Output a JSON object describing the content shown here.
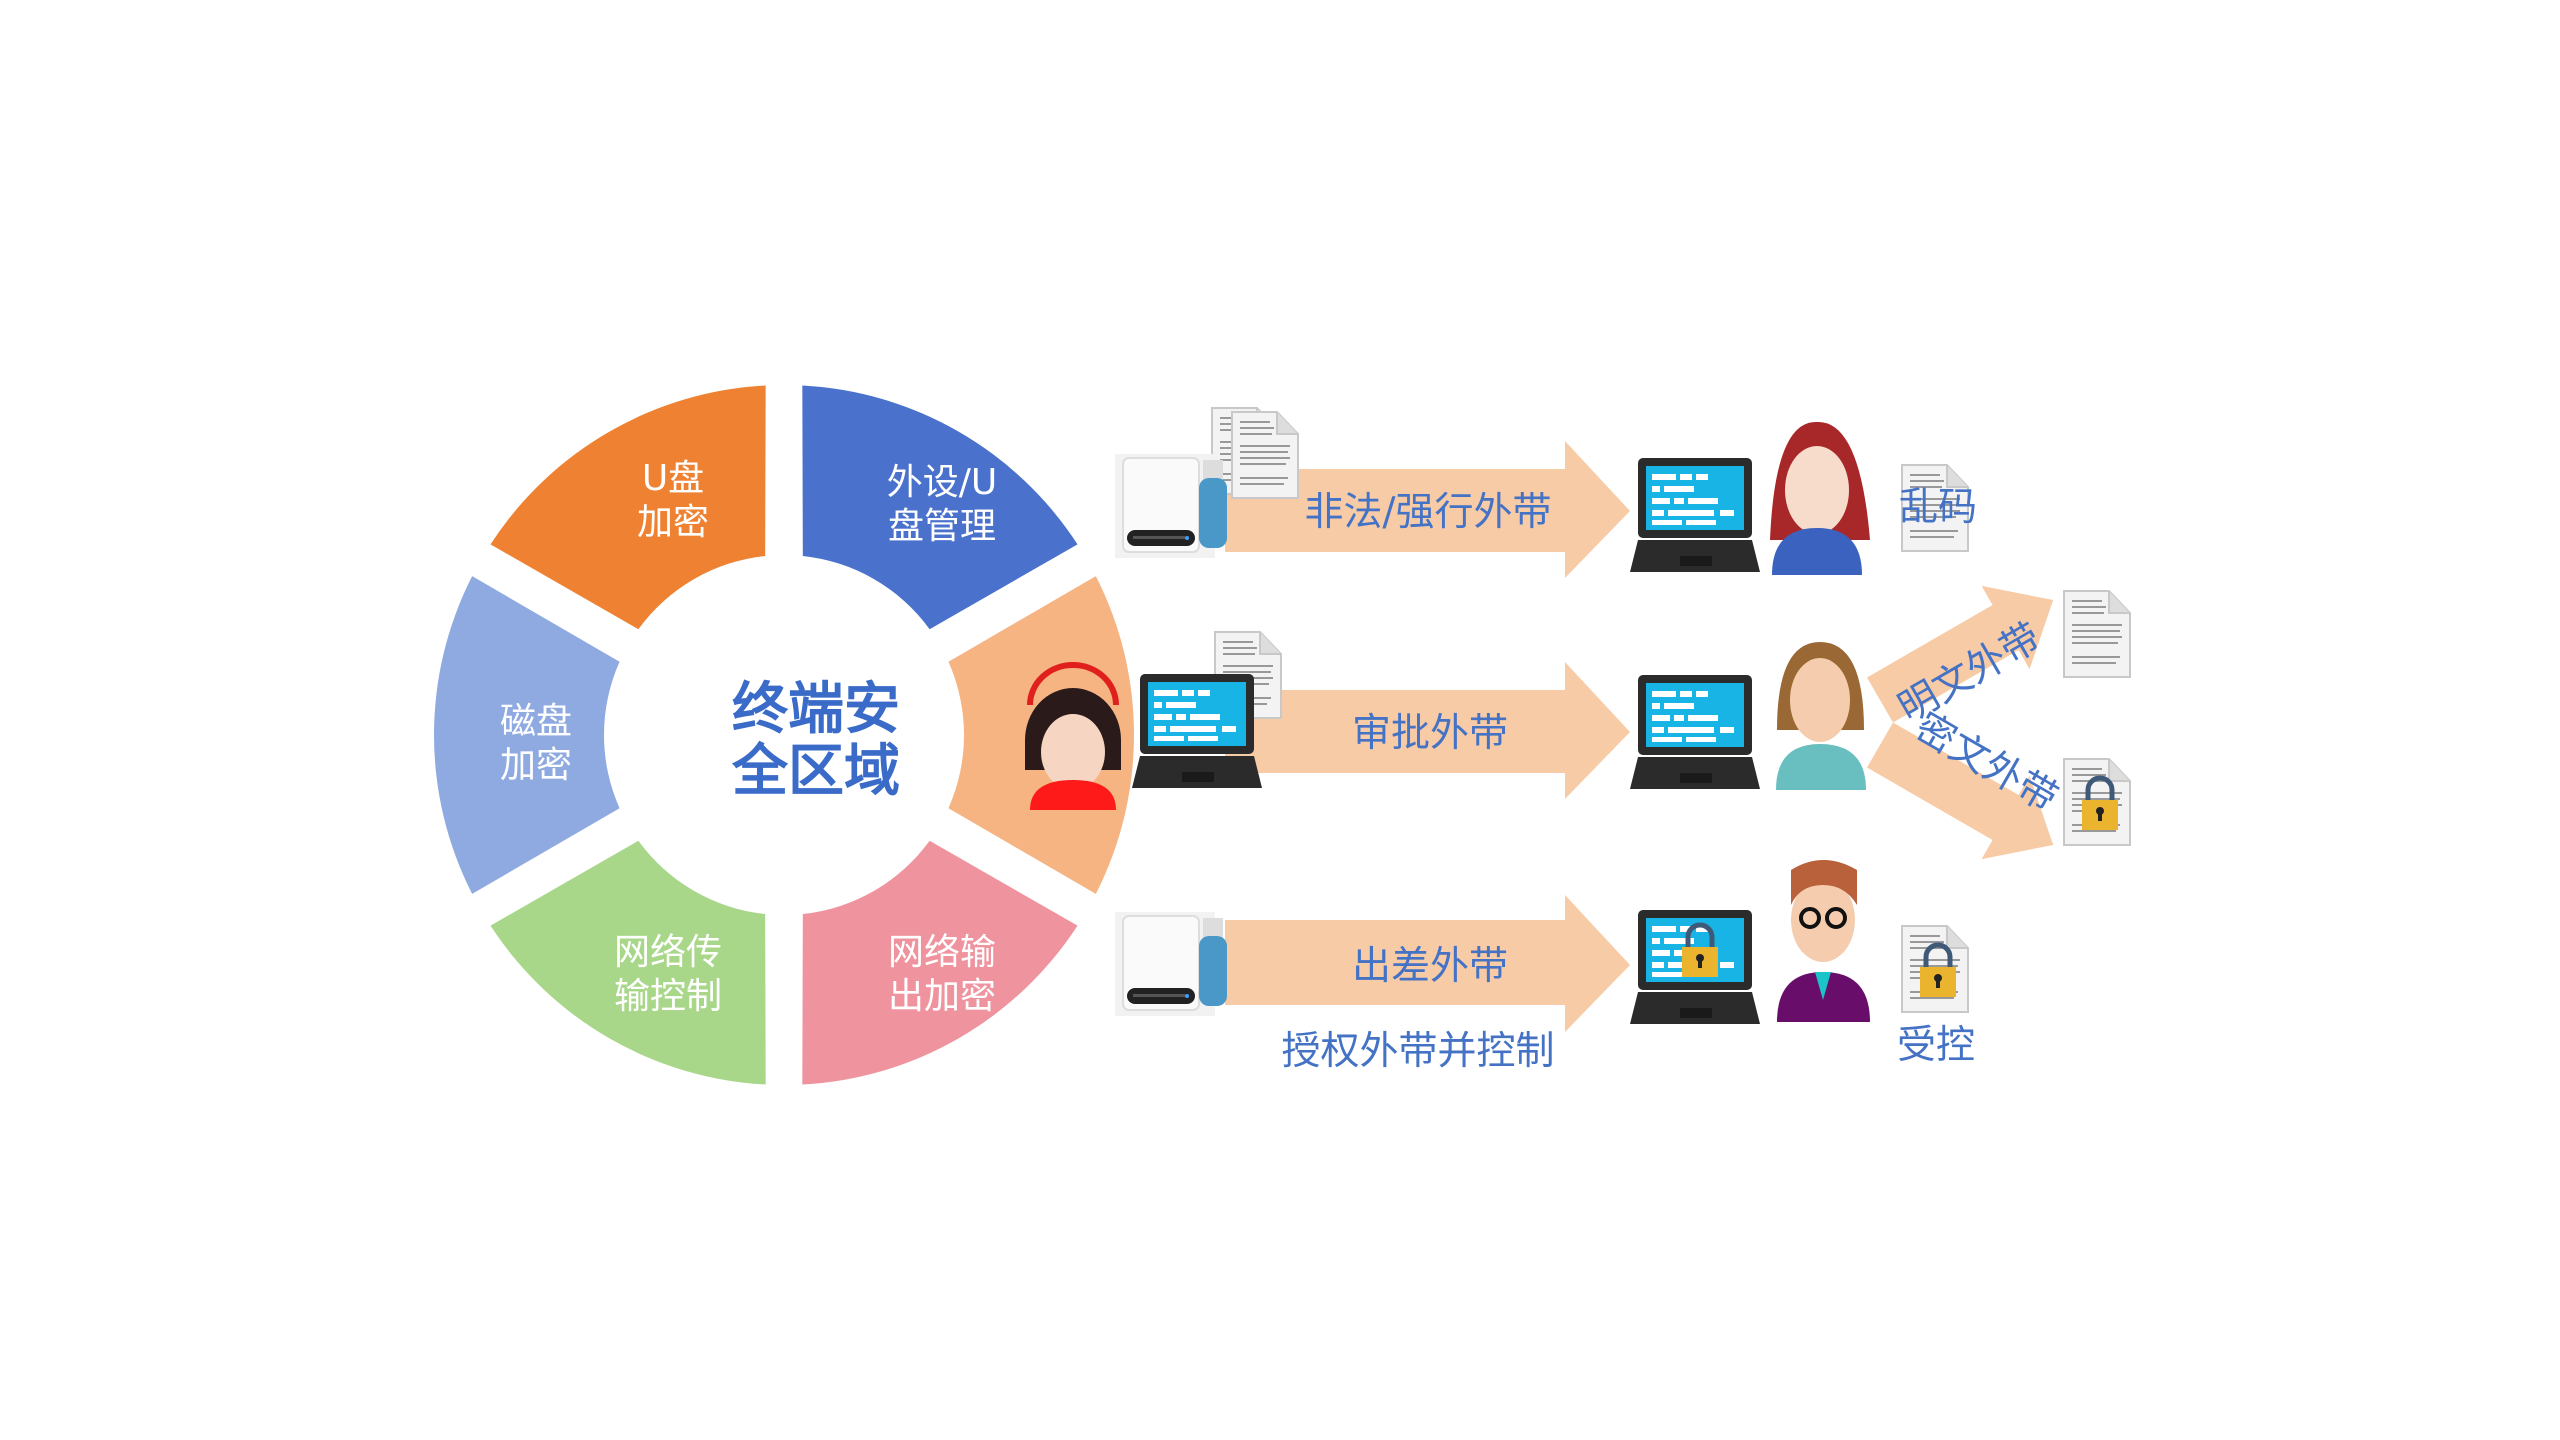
{
  "ring": {
    "center_title": [
      "终端安",
      "全区域"
    ],
    "segments": [
      {
        "label": [
          "U盘",
          "加密"
        ],
        "color": "#EE8232"
      },
      {
        "label": [
          "外设/U",
          "盘管理"
        ],
        "color": "#4A72CC"
      },
      {
        "label": [
          "磁盘",
          "加密"
        ],
        "color": "#8FAAE0"
      },
      {
        "label": [
          "网络传",
          "输控制"
        ],
        "color": "#A9D78A"
      },
      {
        "label": [
          "网络输",
          "出加密"
        ],
        "color": "#EF939E"
      },
      {
        "label": [],
        "color": "#F5B482"
      }
    ]
  },
  "flows": {
    "arrow_color": "#F7CBA6",
    "text_color": "#4472C4",
    "illegal": {
      "label": "非法/强行外带",
      "result": "乱码"
    },
    "approval": {
      "label": "审批外带",
      "plain": "明文外带",
      "cipher": "密文外带"
    },
    "business_trip": {
      "label": "出差外带",
      "caption": "授权外带并控制",
      "result": "受控"
    }
  }
}
